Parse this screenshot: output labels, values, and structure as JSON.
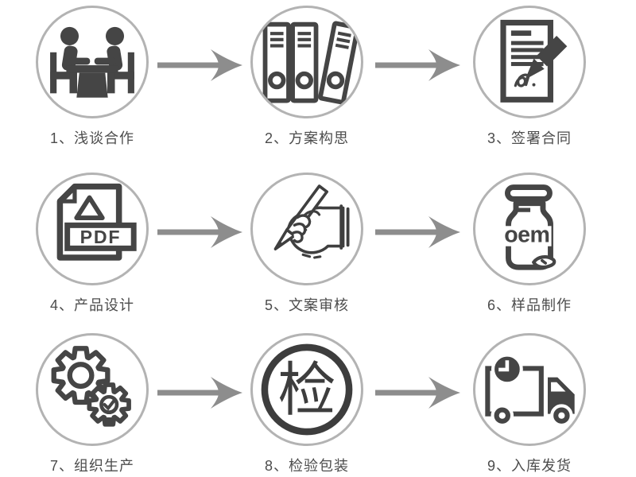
{
  "colors": {
    "icon_ink": "#454545",
    "circle_ring": "#b3b3b3",
    "arrow_gray": "#8d8d8d",
    "label_text": "#4c4c4c",
    "background": "#ffffff"
  },
  "steps": [
    {
      "label": "1、浅谈合作",
      "icon": "meeting-icon"
    },
    {
      "label": "2、方案构思",
      "icon": "binders-icon"
    },
    {
      "label": "3、签署合同",
      "icon": "contract-signing-icon"
    },
    {
      "label": "4、产品设计",
      "icon": "pdf-file-icon"
    },
    {
      "label": "5、文案审核",
      "icon": "writing-hand-icon"
    },
    {
      "label": "6、样品制作",
      "icon": "oem-bottle-icon"
    },
    {
      "label": "7、组织生产",
      "icon": "gears-icon"
    },
    {
      "label": "8、检验包装",
      "icon": "inspection-stamp-icon"
    },
    {
      "label": "9、入库发货",
      "icon": "delivery-truck-icon"
    }
  ],
  "icon_texts": {
    "pdf": "PDF",
    "oem": "oem",
    "inspection": "检"
  }
}
